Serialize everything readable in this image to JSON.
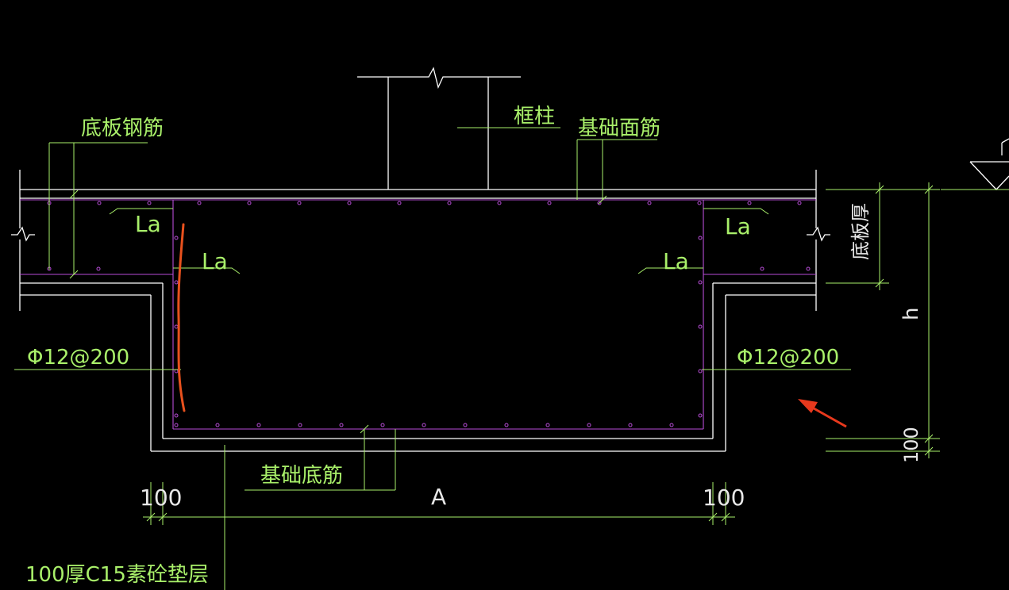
{
  "labels": {
    "slab_rebar": "底板钢筋",
    "frame_column": "框柱",
    "foundation_top_rebar": "基础面筋",
    "anchor_left_top": "La",
    "anchor_left_inner": "La",
    "anchor_right_top": "La",
    "anchor_right_inner": "La",
    "slab_thickness": "底板厚",
    "height": "h",
    "side_rebar_left": "Φ12@200",
    "side_rebar_right": "Φ12@200",
    "foundation_bottom_rebar": "基础底筋",
    "dim_100_left": "100",
    "dim_A": "A",
    "dim_100_right": "100",
    "dim_100_vertical": "100",
    "cushion_layer": "100厚C15素砼垫层"
  },
  "colors": {
    "background": "#000000",
    "outline": "#ffffff",
    "rebar": "#b84dd8",
    "annotation": "#a9f06a",
    "markup_red": "#e8391d",
    "markup_orange": "#e8511d"
  }
}
